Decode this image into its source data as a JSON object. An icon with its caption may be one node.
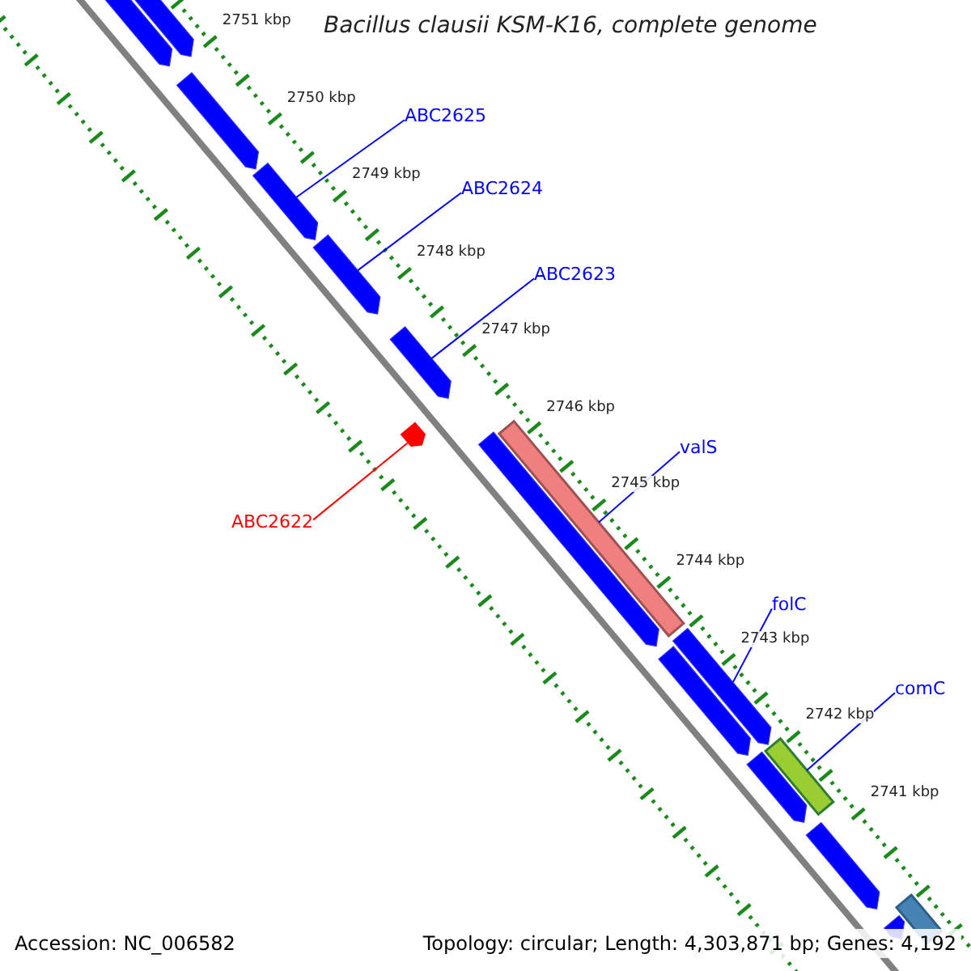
{
  "diagram": {
    "title": "Bacillus clausii KSM-K16, complete genome",
    "nodes": [
      {
        "text": [
          "ABC2625"
        ]
      },
      {
        "text": [
          "ABC2624"
        ]
      },
      {
        "text": [
          "ABC2623"
        ]
      },
      {
        "text": [
          "ABC2622"
        ]
      },
      {
        "text": [
          "valS"
        ]
      },
      {
        "text": [
          "folC"
        ]
      },
      {
        "text": [
          "comC"
        ]
      },
      {
        "text": [],
        "shape": "arrow"
      },
      {
        "text": [],
        "shape": "arrow"
      },
      {
        "text": [],
        "shape": "arrow"
      },
      {
        "text": [],
        "shape": "arrow"
      },
      {
        "text": [],
        "shape": "arrow"
      },
      {
        "text": [],
        "shape": "arrow"
      },
      {
        "text": [],
        "shape": "pentagon"
      },
      {
        "text": [],
        "shape": "arrow"
      },
      {
        "text": [],
        "shape": "bar"
      },
      {
        "text": [],
        "shape": "arrow"
      },
      {
        "text": [],
        "shape": "arrow"
      },
      {
        "text": [],
        "shape": "bar"
      },
      {
        "text": [],
        "shape": "arrow"
      },
      {
        "text": [],
        "shape": "arrow"
      },
      {
        "text": [],
        "shape": "bar"
      },
      {
        "text": [],
        "shape": "arrow"
      }
    ],
    "edges": [
      {
        "from": 0,
        "to": 10,
        "arrow": "none"
      },
      {
        "from": 1,
        "to": 11,
        "arrow": "none"
      },
      {
        "from": 2,
        "to": 12,
        "arrow": "none"
      },
      {
        "from": 3,
        "to": 13,
        "arrow": "none",
        "color": "#ff0000"
      },
      {
        "from": 4,
        "to": 15,
        "arrow": "none"
      },
      {
        "from": 5,
        "to": 16,
        "arrow": "none"
      },
      {
        "from": 6,
        "to": 18,
        "arrow": "none"
      }
    ],
    "labels": [
      "2751 kbp",
      "2750 kbp",
      "2749 kbp",
      "2748 kbp",
      "2747 kbp",
      "2746 kbp",
      "2745 kbp",
      "2744 kbp",
      "2743 kbp",
      "2742 kbp",
      "2741 kbp",
      "Accession: NC_006582",
      "Topology: circular; Length: 4,303,871 bp; Genes: 4,192"
    ]
  }
}
